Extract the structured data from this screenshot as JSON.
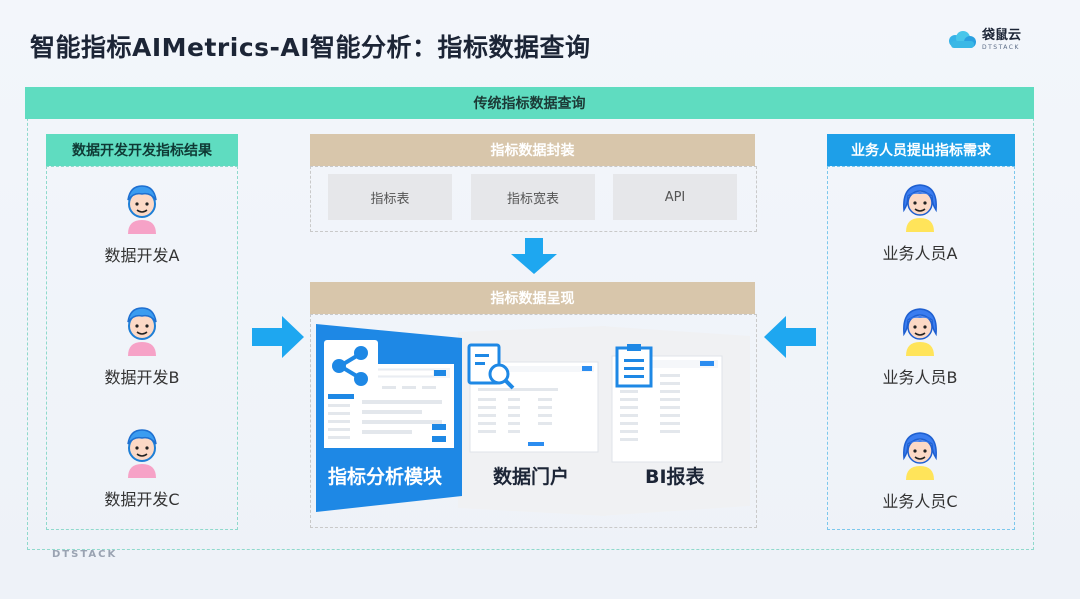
{
  "title": "智能指标AIMetrics-AI智能分析：指标数据查询",
  "logo": {
    "cn": "袋鼠云",
    "en": "DTSTACK"
  },
  "banner": "传统指标数据查询",
  "left": {
    "header": "数据开发开发指标结果",
    "people": [
      "数据开发A",
      "数据开发B",
      "数据开发C"
    ]
  },
  "right": {
    "header": "业务人员提出指标需求",
    "people": [
      "业务人员A",
      "业务人员B",
      "业务人员C"
    ]
  },
  "packaging": {
    "header": "指标数据封装",
    "items": [
      "指标表",
      "指标宽表",
      "API"
    ]
  },
  "presentation": {
    "header": "指标数据呈现",
    "cards": [
      "指标分析模块",
      "数据门户",
      "BI报表"
    ]
  },
  "footer": "DTSTACK",
  "icons": [
    "share-icon",
    "document-search-icon",
    "report-list-icon",
    "arrow-right-icon",
    "arrow-left-icon",
    "arrow-down-icon"
  ],
  "colors": {
    "teal": "#5fdcc0",
    "blue": "#1e9fe8",
    "tan": "#d8c6ab",
    "arrow": "#1ea7f0"
  }
}
